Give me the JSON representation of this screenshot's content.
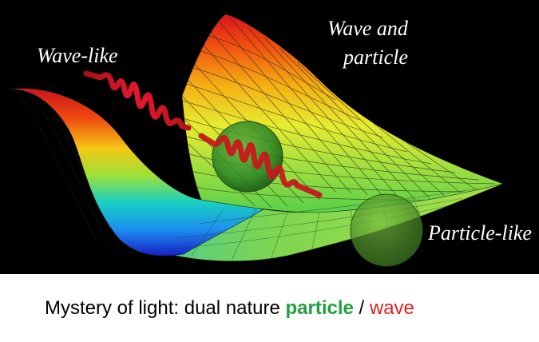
{
  "figure": {
    "labels": {
      "wave_like": "Wave-like",
      "wave_and_particle_line1": "Wave and",
      "wave_and_particle_line2": "particle",
      "particle_like": "Particle-like"
    },
    "colors": {
      "background": "#000000",
      "wave": "#d8142c",
      "particle": "#2c8a24",
      "surface_high": "#e0181c",
      "surface_mid": "#f0e020",
      "surface_low": "#1040e0"
    }
  },
  "caption": {
    "prefix": "Mystery of light: dual nature ",
    "particle_word": "particle",
    "separator": " / ",
    "wave_word": "wave",
    "particle_color": "#20a040",
    "wave_color": "#e0201c"
  }
}
